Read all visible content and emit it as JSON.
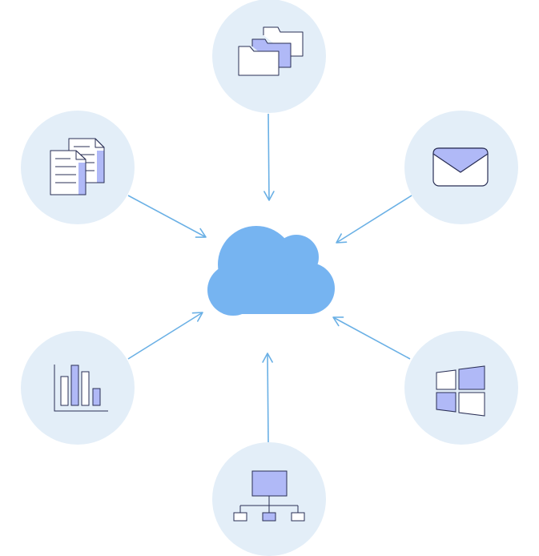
{
  "colors": {
    "background": "#ffffff",
    "node_fill": "#e3eef8",
    "cloud_fill": "#76b4f1",
    "arrow": "#6ab0e5",
    "icon_stroke": "#2a2f55",
    "icon_accent": "#b0b9f7",
    "icon_fill": "#ffffff"
  },
  "hub": {
    "icon": "cloud-icon"
  },
  "nodes": [
    {
      "id": "top",
      "icon": "folders-icon"
    },
    {
      "id": "top-right",
      "icon": "envelope-icon"
    },
    {
      "id": "bottom-right",
      "icon": "windows-icon"
    },
    {
      "id": "bottom",
      "icon": "network-icon"
    },
    {
      "id": "bottom-left",
      "icon": "bar-chart-icon"
    },
    {
      "id": "top-left",
      "icon": "documents-icon"
    }
  ]
}
